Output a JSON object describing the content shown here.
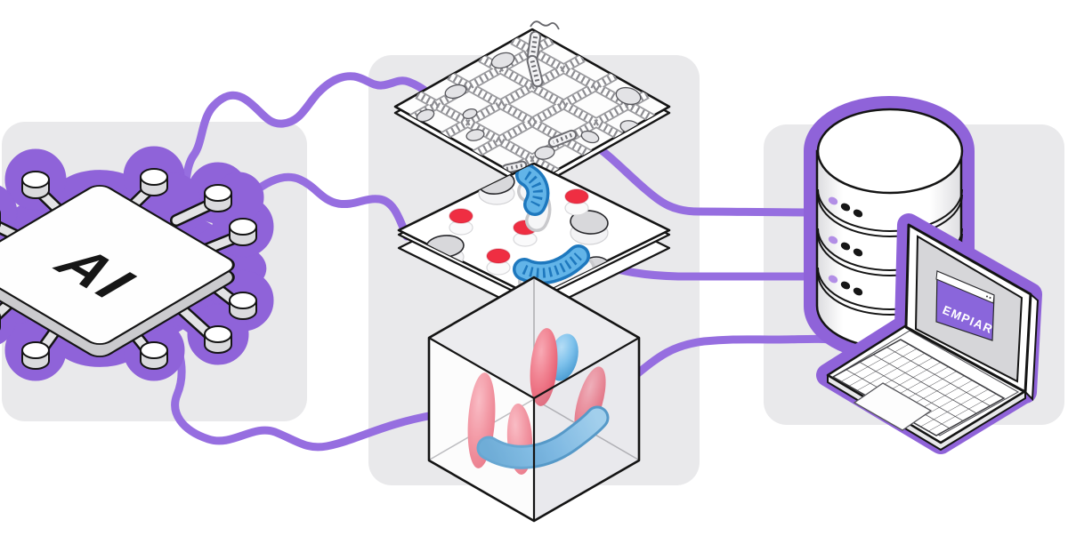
{
  "illustration": {
    "description": "Isometric illustration: an AI chip processes cryo-EM imaging data (micrograph grid, annotated 2D image, segmented 3D volume) which is deposited into the EMPIAR archive shown as a database server and laptop",
    "panels": {
      "color": "#E9E9EB",
      "count": 3
    },
    "connections": {
      "count": 6,
      "color": "#966EE0"
    },
    "glow_color": "#8F63D9",
    "chip": {
      "label": "AI",
      "pin_count": 10,
      "body_color": "#FFFFFF",
      "outline_color": "#141414"
    },
    "micrograph_plane": {
      "filament_bands": 8,
      "membrane_blobs": 10,
      "mitochondria_sketches": 4
    },
    "annotation_plane": {
      "sheets": 2,
      "vesicles": 4,
      "vesicle_color": "#EF2E42",
      "gray_blobs": 4,
      "gray_blob_color": "#D8D8DB",
      "mitochondria": 2,
      "mitochondria_fill": "#62B4E8",
      "mitochondria_outline": "#1E78BE"
    },
    "volume_cube": {
      "red_segments": 4,
      "blue_segments": 2,
      "red_color": "#EC6A7C",
      "blue_color": "#4F9FD6"
    },
    "database": {
      "discs": 4,
      "dot_rows": 3,
      "dot_purple": "#B28EE6",
      "dot_black": "#161616"
    },
    "laptop": {
      "screen_label": "EMPIAR",
      "screen_bg": "#8A66DB",
      "screen_text_color": "#FFFFFF"
    }
  }
}
